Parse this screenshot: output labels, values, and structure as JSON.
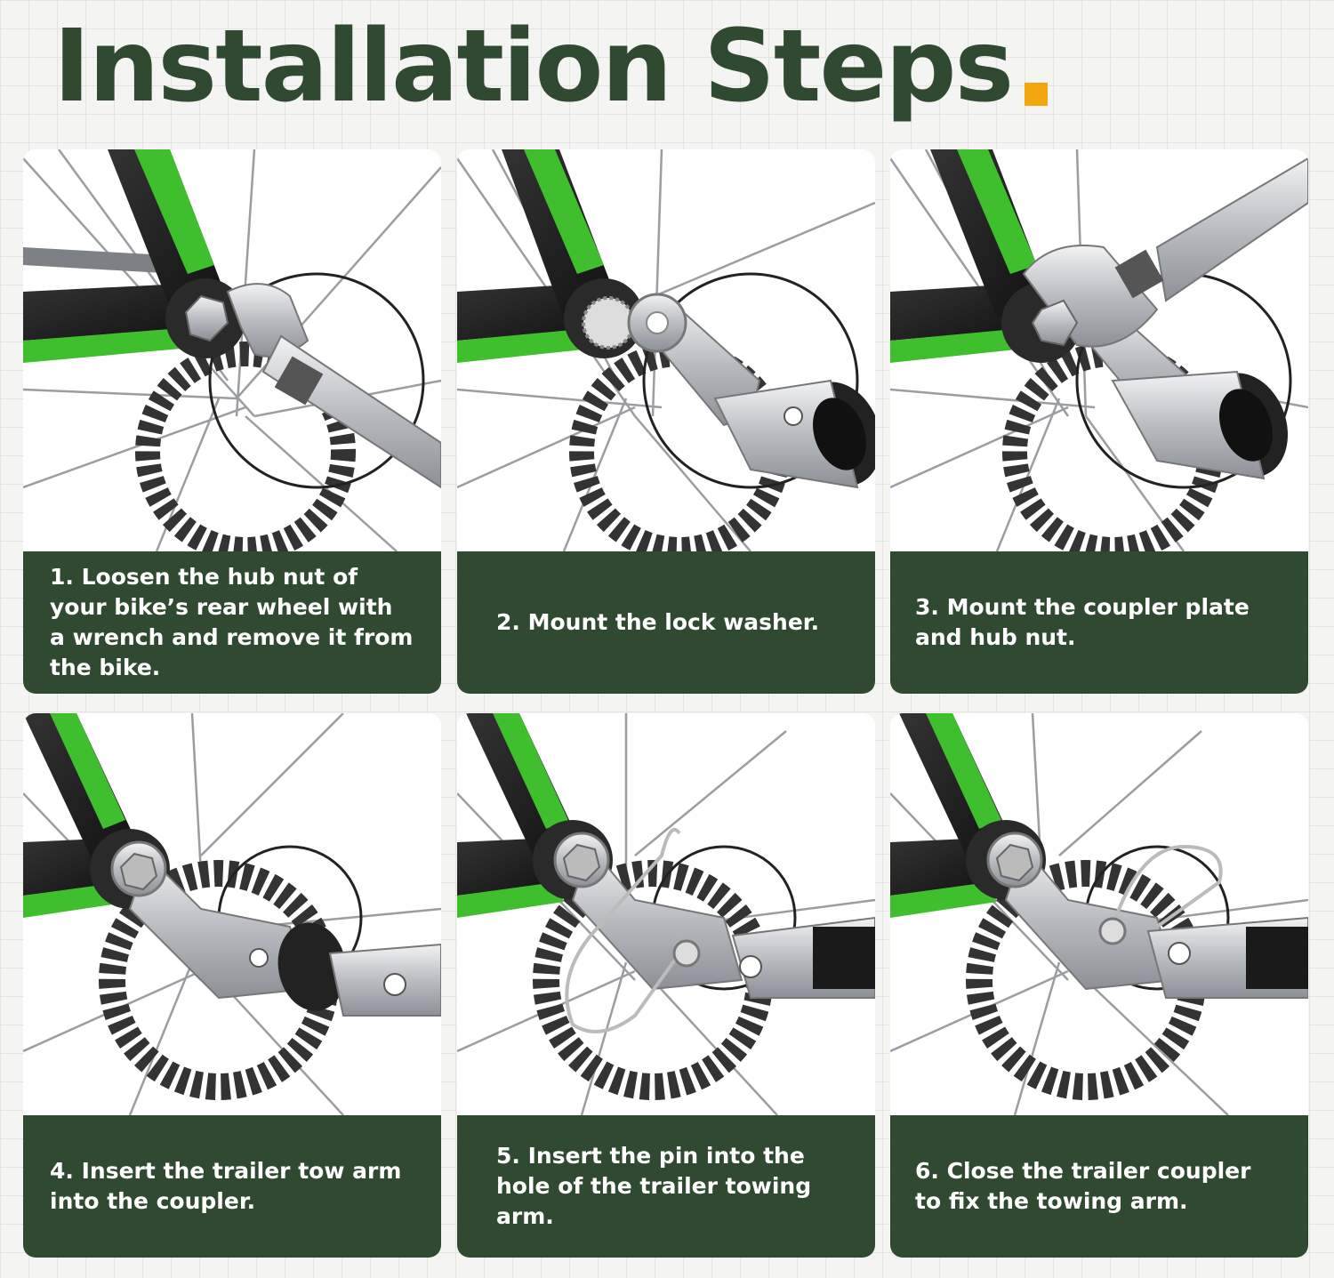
{
  "title": "Installation Steps",
  "colors": {
    "brand_green": "#2f4a30",
    "accent_orange": "#f1a60e",
    "frame_green": "#3fbf2e",
    "metal": "#c9ccd0"
  },
  "steps": [
    {
      "text": "1. Loosen the hub nut of your bike’s rear wheel with a wrench and remove it from the bike.",
      "illustration": "wrench-on-hub-nut"
    },
    {
      "text": "2. Mount the lock washer.",
      "illustration": "lock-washer"
    },
    {
      "text": "3. Mount the coupler plate and hub nut.",
      "illustration": "coupler-plate-with-wrench"
    },
    {
      "text": "4. Insert the trailer tow arm into the coupler.",
      "illustration": "tow-arm-insert"
    },
    {
      "text": "5. Insert the pin into the hole of the trailer towing arm.",
      "illustration": "pin-insert"
    },
    {
      "text": "6. Close the trailer coupler to fix the towing arm.",
      "illustration": "coupler-closed"
    }
  ]
}
